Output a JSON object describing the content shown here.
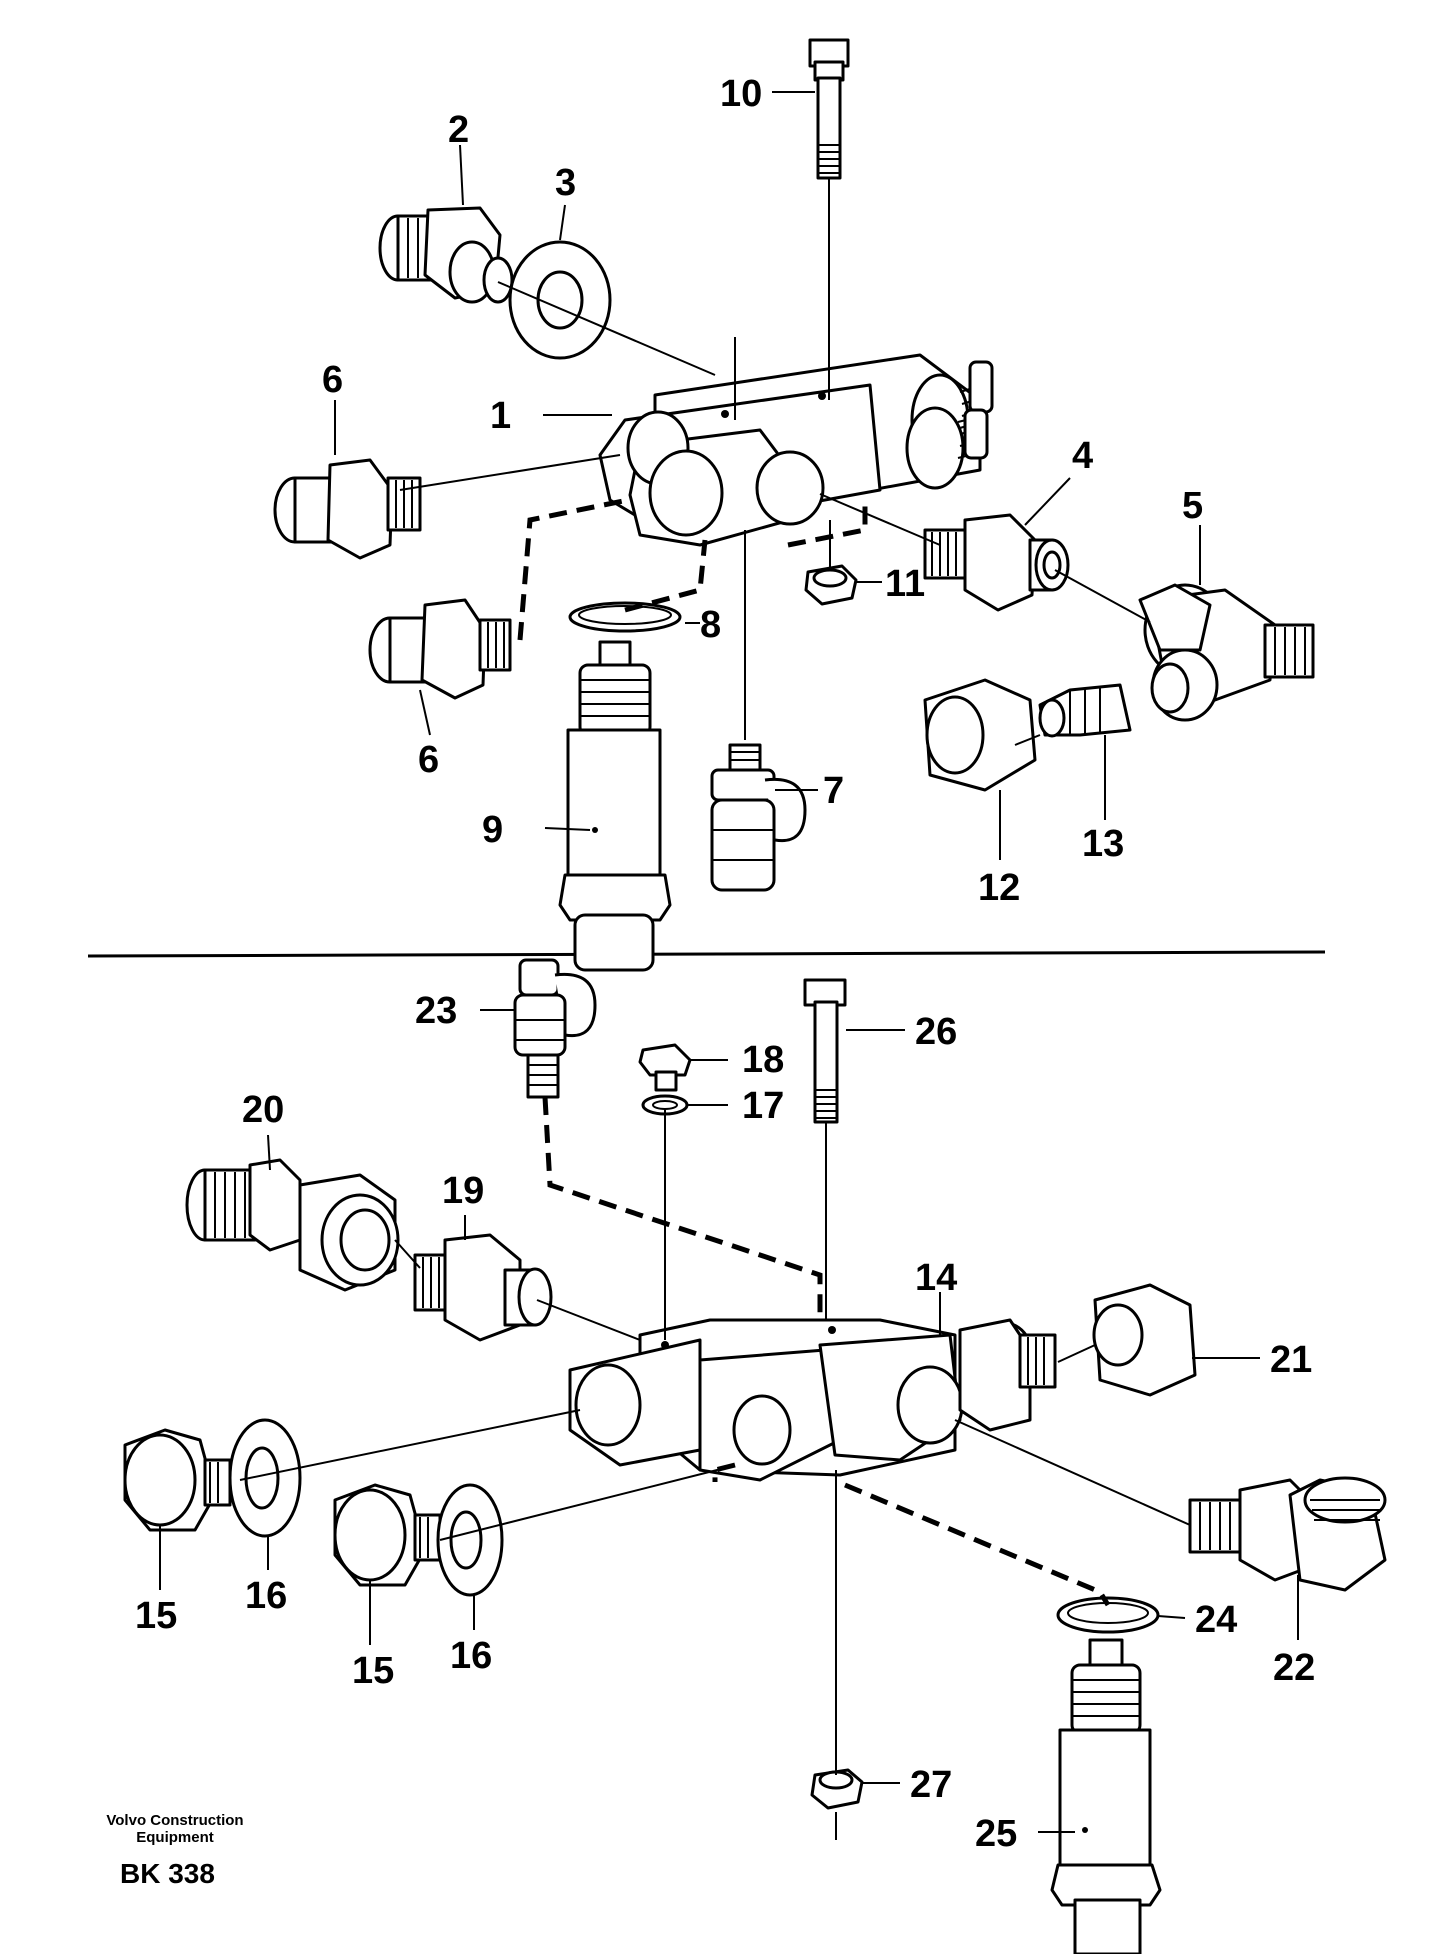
{
  "callouts": {
    "c1": "1",
    "c2": "2",
    "c3": "3",
    "c4": "4",
    "c5": "5",
    "c6a": "6",
    "c6b": "6",
    "c7": "7",
    "c8": "8",
    "c9": "9",
    "c10": "10",
    "c11": "11",
    "c12": "12",
    "c13": "13",
    "c14": "14",
    "c15a": "15",
    "c15b": "15",
    "c16a": "16",
    "c16b": "16",
    "c17": "17",
    "c18": "18",
    "c19": "19",
    "c20": "20",
    "c21": "21",
    "c22": "22",
    "c23": "23",
    "c24": "24",
    "c25": "25",
    "c26": "26",
    "c27": "27"
  },
  "footer": {
    "brand_line1": "Volvo Construction",
    "brand_line2": "Equipment",
    "code": "BK 338"
  }
}
